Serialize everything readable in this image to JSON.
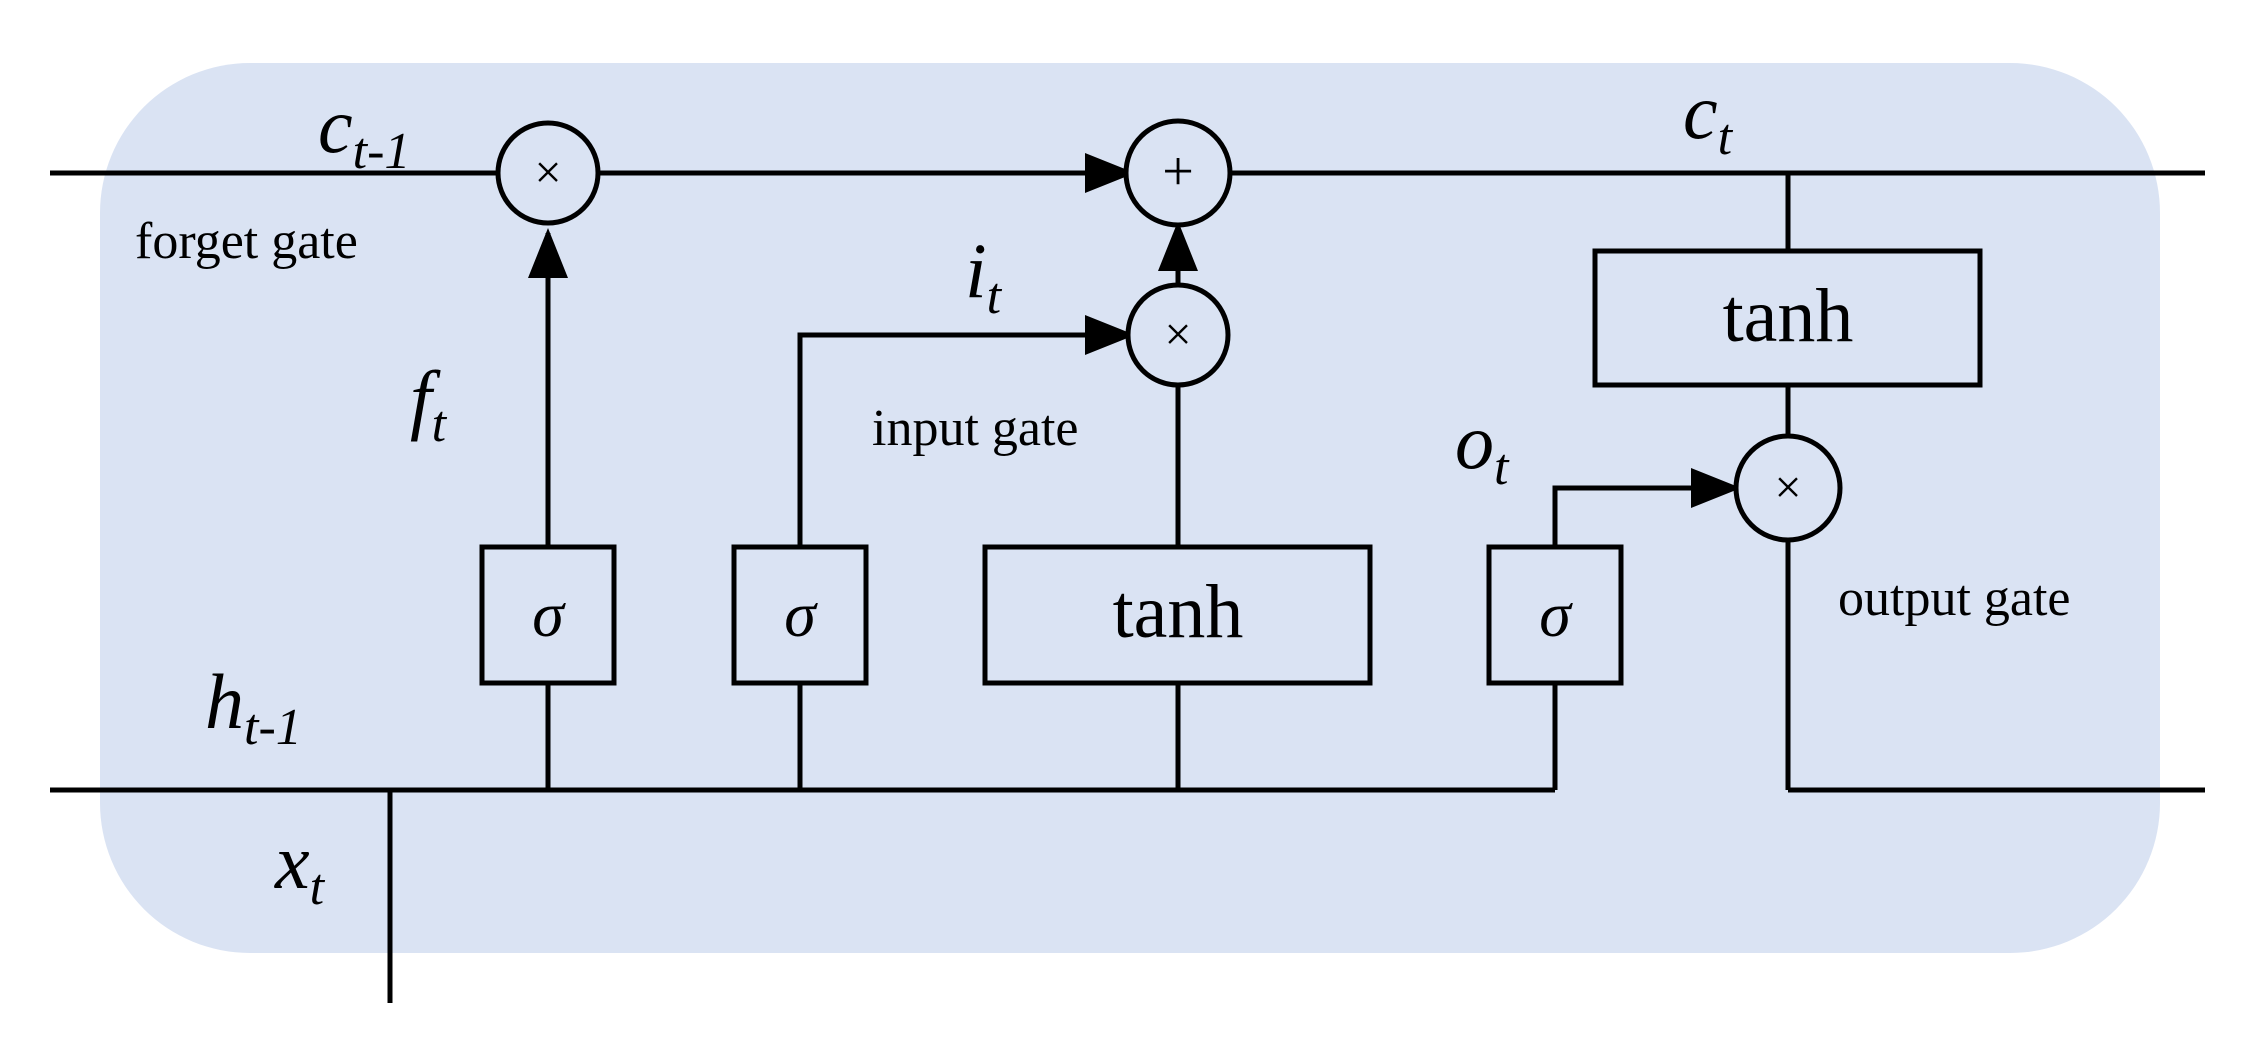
{
  "colors": {
    "cell_bg": "#dae3f3",
    "line": "#000000"
  },
  "labels": {
    "c_prev": {
      "base": "c",
      "sub": "t-1"
    },
    "c_next": {
      "base": "c",
      "sub": "t"
    },
    "h_prev": {
      "base": "h",
      "sub": "t-1"
    },
    "x": {
      "base": "x",
      "sub": "t"
    },
    "f": {
      "base": "f",
      "sub": "t"
    },
    "i": {
      "base": "i",
      "sub": "t"
    },
    "o": {
      "base": "o",
      "sub": "t"
    },
    "forget_gate": "forget gate",
    "input_gate": "input gate",
    "output_gate": "output gate"
  },
  "blocks": {
    "sigma": "σ",
    "tanh": "tanh"
  },
  "ops": {
    "multiply": "×",
    "add": "+"
  }
}
